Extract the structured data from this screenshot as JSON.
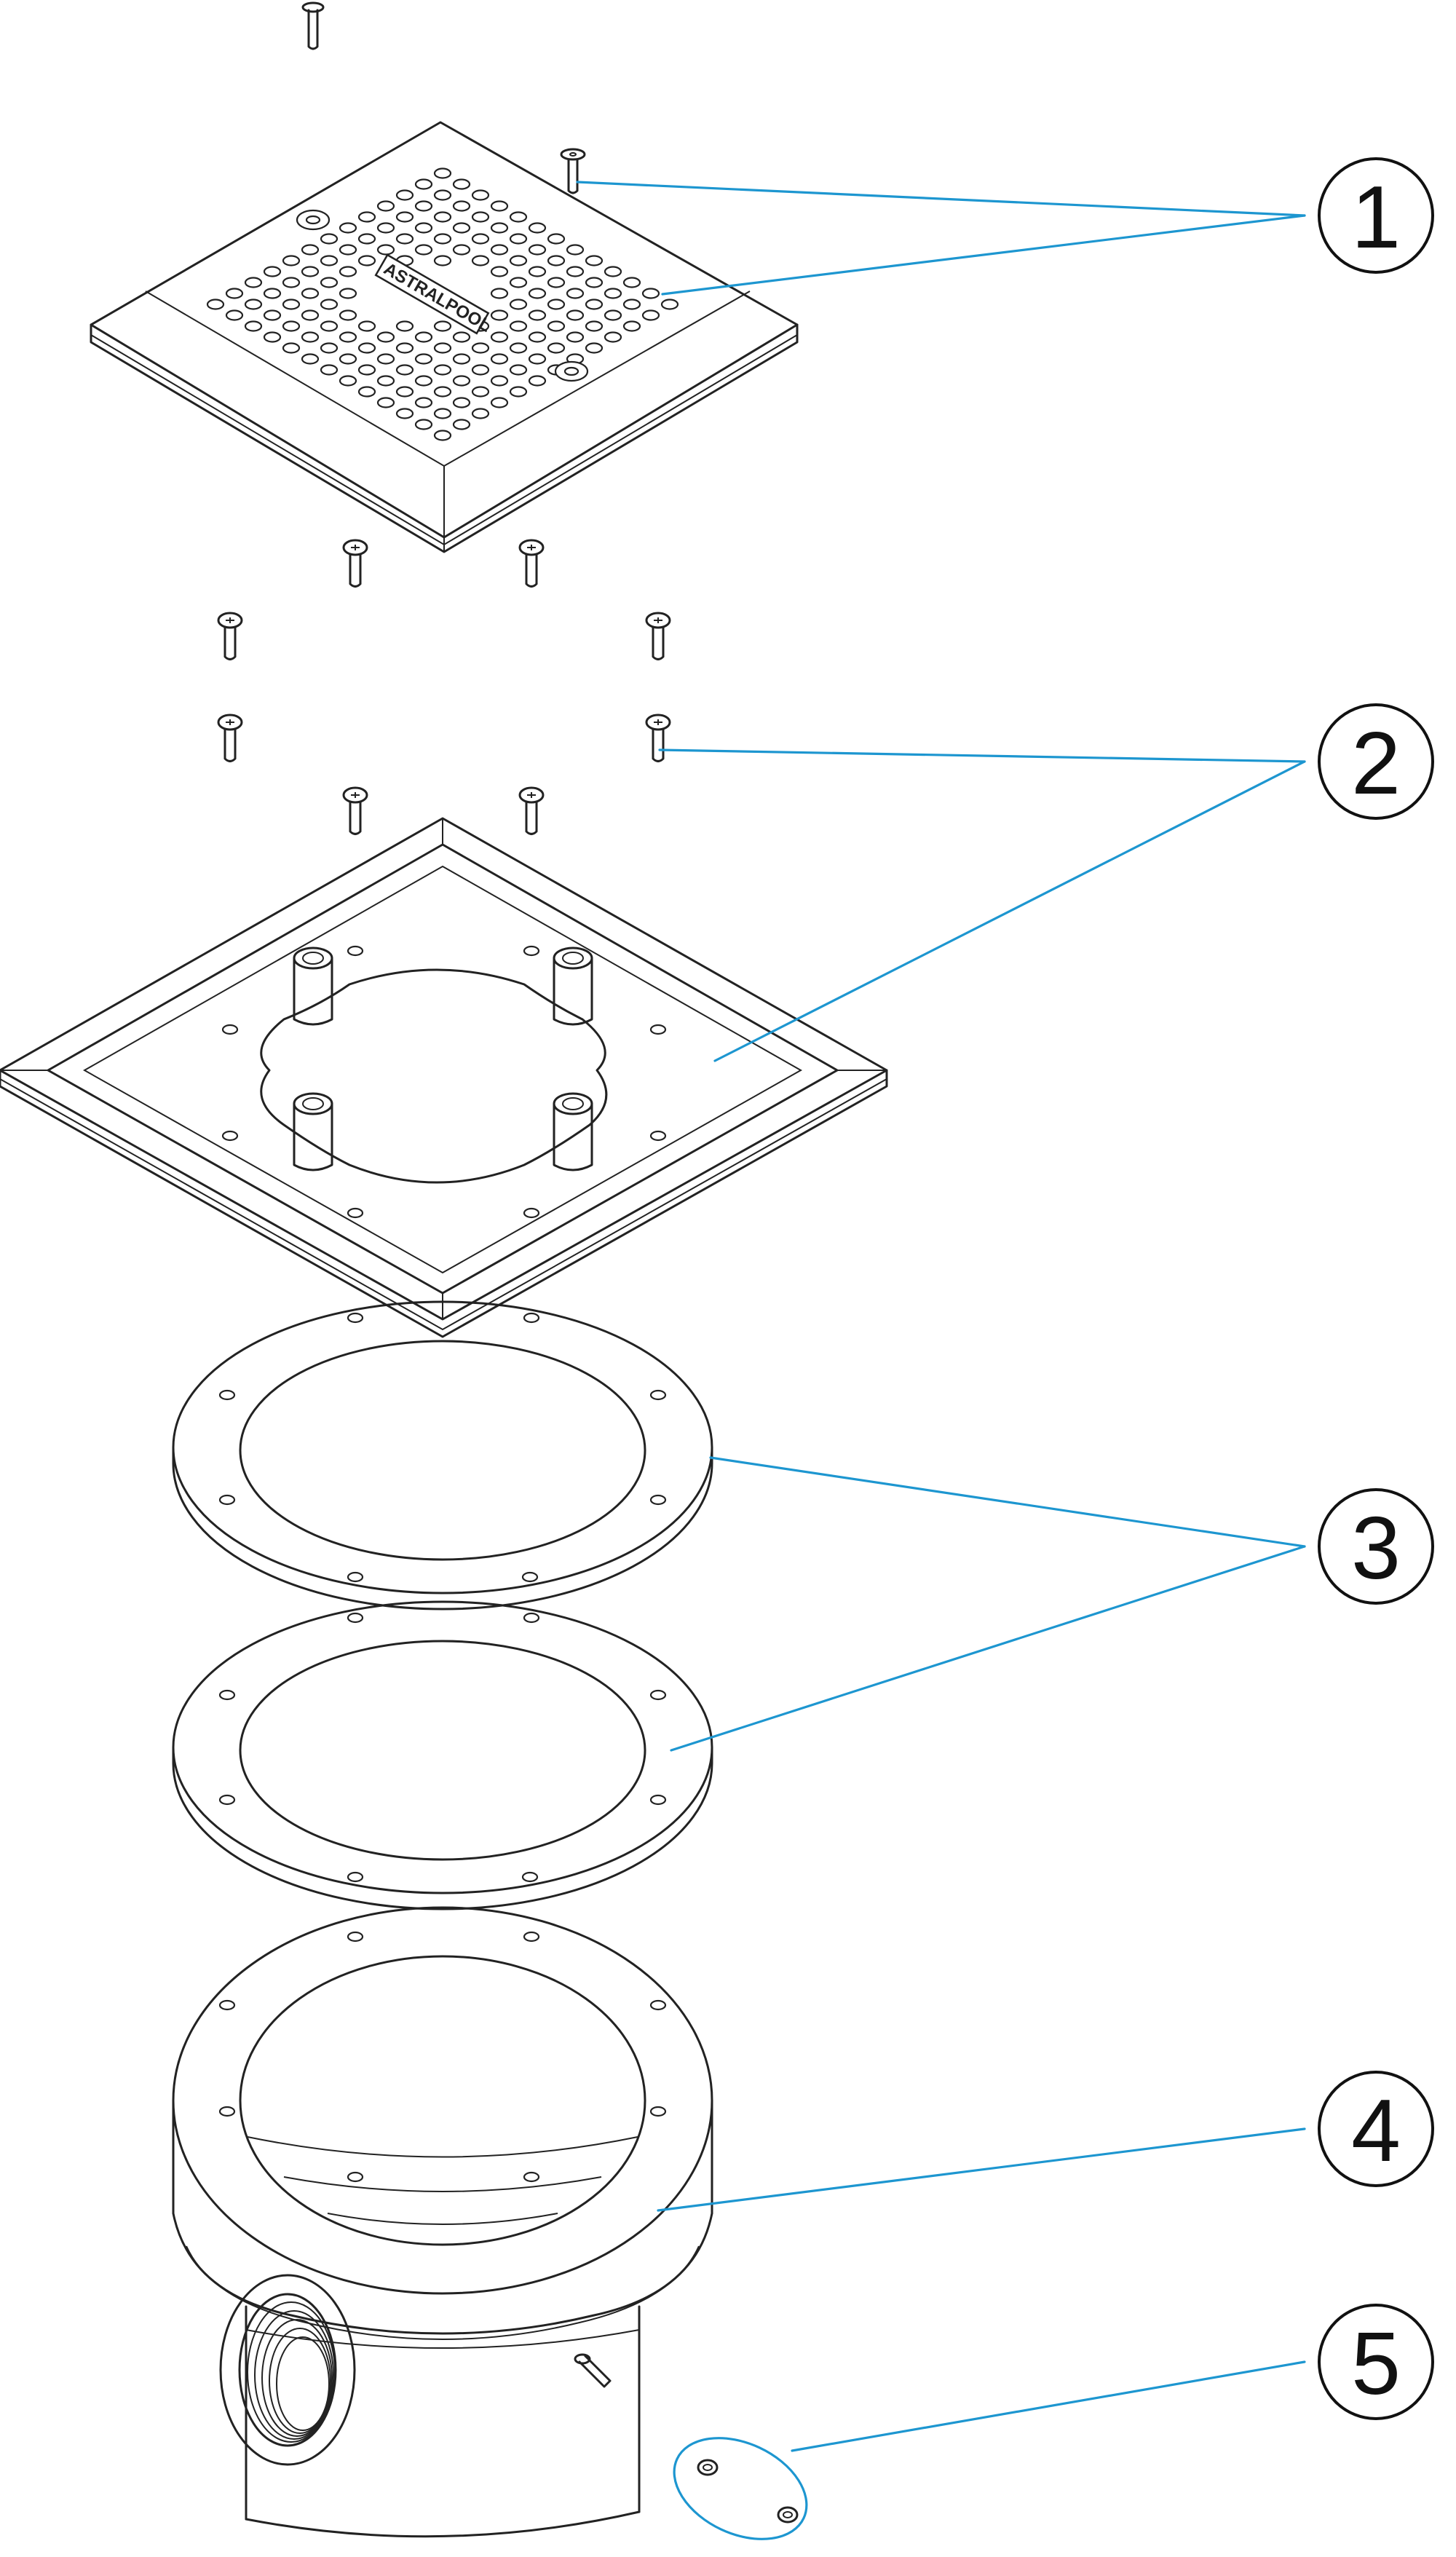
{
  "figure": {
    "brand_mark": "ASTRALPOOL",
    "colors": {
      "leader": "#1d96d0",
      "line": "#222222",
      "background": "#ffffff"
    }
  },
  "callouts": [
    {
      "number": "1",
      "part": "grate-with-screws"
    },
    {
      "number": "2",
      "part": "square-frame-with-screws"
    },
    {
      "number": "3",
      "part": "flange-gaskets"
    },
    {
      "number": "4",
      "part": "drain-body"
    },
    {
      "number": "5",
      "part": "small-fittings"
    }
  ]
}
